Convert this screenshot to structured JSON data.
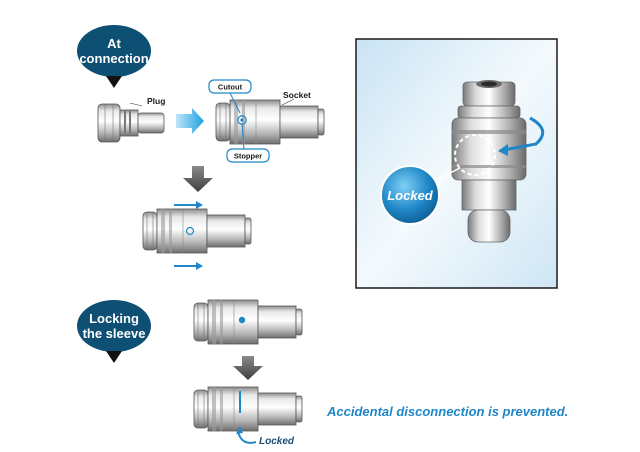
{
  "bubbles": {
    "at_connection_line1": "At",
    "at_connection_line2": "connection",
    "locking_line1": "Locking",
    "locking_line2": "the sleeve"
  },
  "labels": {
    "plug": "Plug",
    "socket": "Socket",
    "cutout": "Cutout",
    "stopper": "Stopper",
    "locked_small": "Locked",
    "locked_photo": "Locked"
  },
  "note": "Accidental disconnection is prevented.",
  "colors": {
    "bubble": "#0e4f74",
    "accent_blue": "#1f86c7",
    "arrow_grey": "#4a4a4a",
    "photo_bg": "#dcecf6"
  }
}
